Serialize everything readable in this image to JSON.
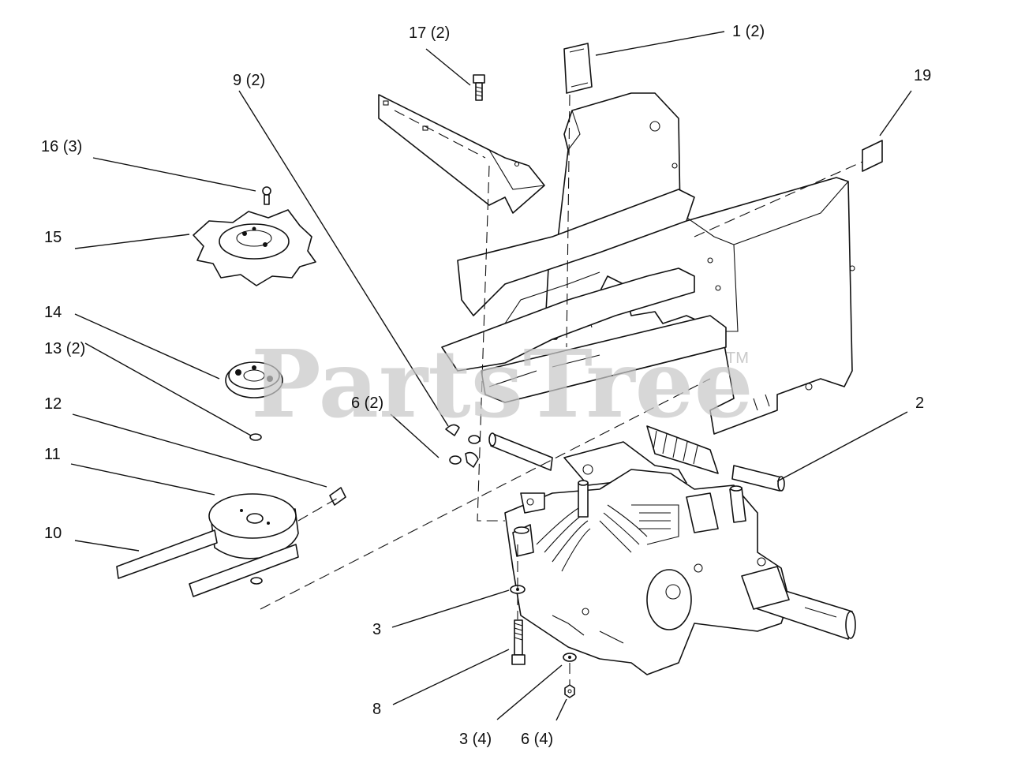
{
  "watermark": {
    "text": "PartsTree",
    "trademark": "TM"
  },
  "callouts": [
    {
      "id": "c1",
      "label": "1 (2)"
    },
    {
      "id": "c2",
      "label": "2"
    },
    {
      "id": "c3a",
      "label": "3"
    },
    {
      "id": "c3b",
      "label": "3 (4)"
    },
    {
      "id": "c6a",
      "label": "6 (2)"
    },
    {
      "id": "c6b",
      "label": "6 (4)"
    },
    {
      "id": "c8",
      "label": "8"
    },
    {
      "id": "c9",
      "label": "9 (2)"
    },
    {
      "id": "c10",
      "label": "10"
    },
    {
      "id": "c11",
      "label": "11"
    },
    {
      "id": "c12",
      "label": "12"
    },
    {
      "id": "c13",
      "label": "13 (2)"
    },
    {
      "id": "c14",
      "label": "14"
    },
    {
      "id": "c15",
      "label": "15"
    },
    {
      "id": "c16",
      "label": "16 (3)"
    },
    {
      "id": "c17",
      "label": "17 (2)"
    },
    {
      "id": "c19",
      "label": "19"
    }
  ]
}
